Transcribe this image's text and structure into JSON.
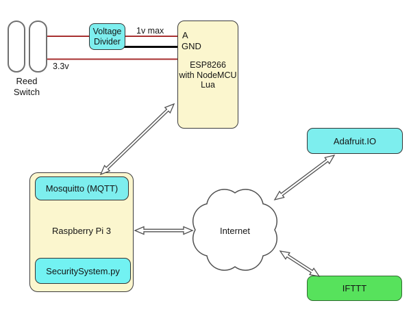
{
  "nodes": {
    "reed_switch": {
      "lines": [
        "Reed",
        "Switch"
      ]
    },
    "voltage_divider": {
      "lines": [
        "Voltage",
        "Divider"
      ],
      "fill": "#7DEEEE"
    },
    "esp8266": {
      "pin_a": "A",
      "pin_gnd": "GND",
      "lines": [
        "ESP8266",
        "with NodeMCU",
        "Lua"
      ],
      "fill": "#FBF6CE"
    },
    "raspberry_pi": {
      "label": "Raspberry Pi 3",
      "fill": "#FBF6CE"
    },
    "mosquitto": {
      "label": "Mosquitto (MQTT)",
      "fill": "#7DEEEE"
    },
    "security_system": {
      "label": "SecuritySystem.py",
      "fill": "#72F2F2"
    },
    "internet_cloud": {
      "label": "Internet",
      "fill": "#FFFFFF"
    },
    "adafruit_io": {
      "label": "Adafruit.IO",
      "fill": "#7DEEEE"
    },
    "ifttt": {
      "label": "IFTTT",
      "fill": "#57E25C"
    }
  },
  "wires": {
    "analog_label": "1v max",
    "power_label": "3.3v",
    "red_color": "#A72E2E",
    "black_color": "#000000"
  },
  "connections": [
    {
      "from": "esp8266",
      "to": "raspberry_pi",
      "style": "double-arrow"
    },
    {
      "from": "raspberry_pi",
      "to": "internet_cloud",
      "style": "double-arrow"
    },
    {
      "from": "internet_cloud",
      "to": "adafruit_io",
      "style": "double-arrow"
    },
    {
      "from": "internet_cloud",
      "to": "ifttt",
      "style": "double-arrow"
    }
  ],
  "colors": {
    "outline": "#4f4f4f",
    "box_border": "#3a3a3a",
    "text": "#141414"
  }
}
